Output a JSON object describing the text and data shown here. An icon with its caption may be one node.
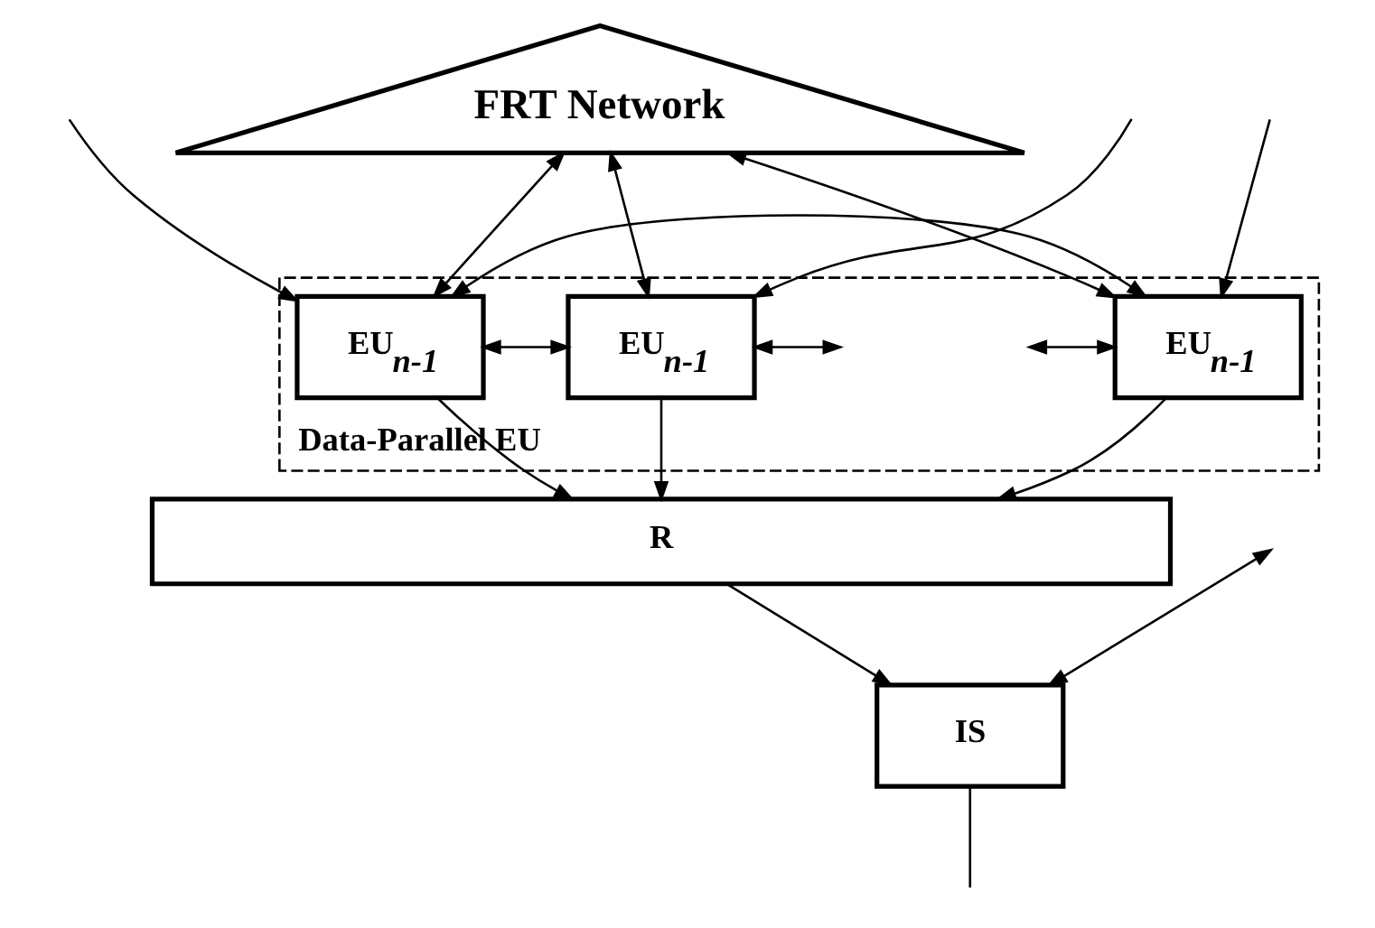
{
  "diagram": {
    "nodes": [
      {
        "text": [
          "FRT Network"
        ]
      },
      {
        "text": [
          "Data-Parallel EU"
        ]
      },
      {
        "text": [
          "EU$_{n-1}$"
        ],
        "in": 1
      },
      {
        "text": [
          "EU$_{n-1}$"
        ],
        "in": 1
      },
      {
        "text": [
          "EU$_{n-1}$"
        ],
        "in": 1
      },
      {
        "text": [
          "R"
        ]
      },
      {
        "text": [
          "IS"
        ]
      }
    ],
    "edges": [
      {
        "from": 0,
        "to": 2,
        "arrow": "both"
      },
      {
        "from": 0,
        "to": 3,
        "arrow": "both"
      },
      {
        "from": 0,
        "to": 4,
        "arrow": "both"
      },
      {
        "from": null,
        "to": 2,
        "arrow": "to"
      },
      {
        "from": null,
        "to": 3,
        "arrow": "to"
      },
      {
        "from": null,
        "to": 4,
        "arrow": "to"
      },
      {
        "from": 2,
        "to": 3,
        "arrow": "both"
      },
      {
        "from": 3,
        "to": null,
        "arrow": "both"
      },
      {
        "from": null,
        "to": 4,
        "arrow": "both"
      },
      {
        "from": 2,
        "to": 4,
        "arrow": "both"
      },
      {
        "from": 2,
        "to": 5,
        "arrow": "to"
      },
      {
        "from": 3,
        "to": 5,
        "arrow": "to"
      },
      {
        "from": 4,
        "to": 5,
        "arrow": "to"
      },
      {
        "from": 5,
        "to": 6,
        "arrow": "to"
      },
      {
        "from": null,
        "to": 6,
        "arrow": "both"
      },
      {
        "from": 6,
        "to": null,
        "arrow": "none"
      }
    ]
  }
}
